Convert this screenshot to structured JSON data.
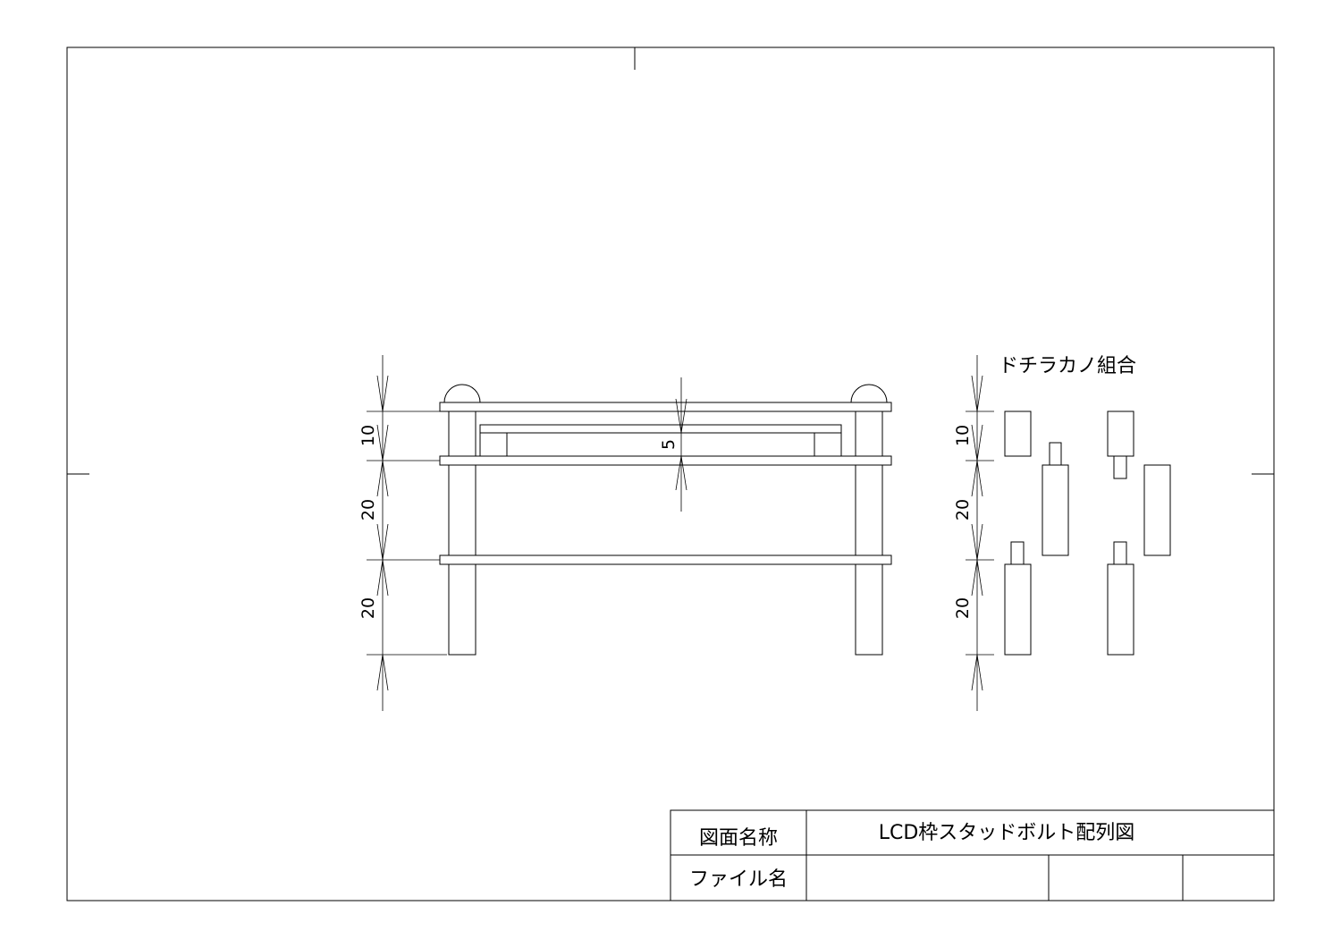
{
  "title_block": {
    "drawing_name_label": "図面名称",
    "drawing_name_value": "LCD枠スタッドボルト配列図",
    "file_name_label": "ファイル名",
    "file_name_value": ""
  },
  "side_view": {
    "heading": "ドチラカノ組合"
  },
  "dimensions": {
    "left": [
      "10",
      "20",
      "20"
    ],
    "center": "5",
    "right": [
      "10",
      "20",
      "20"
    ]
  },
  "colors": {
    "line": "#000000",
    "background": "#ffffff"
  }
}
